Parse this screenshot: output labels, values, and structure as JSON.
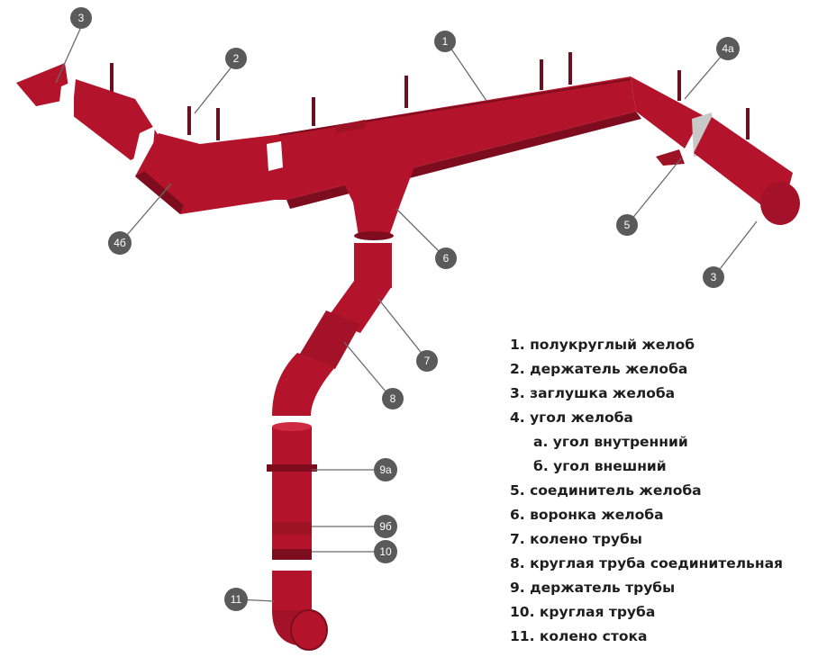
{
  "colors": {
    "gutter_red": "#b3142b",
    "gutter_dark": "#7d0d1e",
    "gutter_light": "#cf2a40",
    "callout_fill": "#5a5a5a",
    "leader_line": "#6a6a6a",
    "legend_text": "#1e1e1e"
  },
  "callouts": [
    {
      "id": "c3-left",
      "label": "3"
    },
    {
      "id": "c2",
      "label": "2"
    },
    {
      "id": "c1",
      "label": "1"
    },
    {
      "id": "c4a",
      "label": "4а"
    },
    {
      "id": "c4b",
      "label": "4б"
    },
    {
      "id": "c5",
      "label": "5"
    },
    {
      "id": "c6",
      "label": "6"
    },
    {
      "id": "c3-right",
      "label": "3"
    },
    {
      "id": "c7",
      "label": "7"
    },
    {
      "id": "c8",
      "label": "8"
    },
    {
      "id": "c9a",
      "label": "9а"
    },
    {
      "id": "c9b",
      "label": "9б"
    },
    {
      "id": "c10",
      "label": "10"
    },
    {
      "id": "c11",
      "label": "11"
    }
  ],
  "legend": [
    "1. полукруглый желоб",
    "2. держатель желоба",
    "3. заглушка желоба",
    "4. угол желоба",
    "а. угол внутренний",
    "б. угол внешний",
    "5. соединитель желоба",
    "6. воронка желоба",
    "7. колено трубы",
    "8. круглая труба соединительная",
    "9. держатель трубы",
    "10. круглая труба",
    "11. колено стока"
  ]
}
